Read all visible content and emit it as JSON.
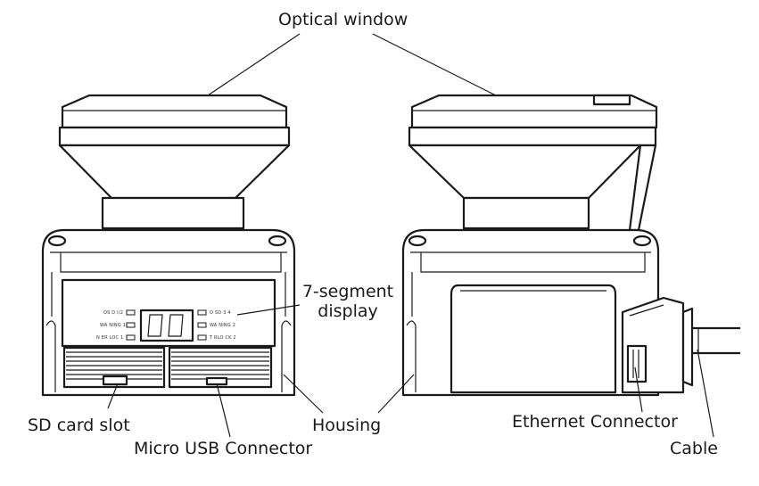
{
  "labels": {
    "optical_window": "Optical window",
    "seven_segment_line1": "7-segment",
    "seven_segment_line2": "display",
    "sd_card_slot": "SD card slot",
    "micro_usb": "Micro USB Connector",
    "housing": "Housing",
    "ethernet": "Ethernet Connector",
    "cable": "Cable"
  },
  "panel_leds": {
    "left": [
      "OS D I/2",
      "WA NING 1",
      "N ER LOC 1"
    ],
    "right": [
      "O SD 3 4",
      "WA NING 2",
      "T RLO CK 2"
    ]
  }
}
